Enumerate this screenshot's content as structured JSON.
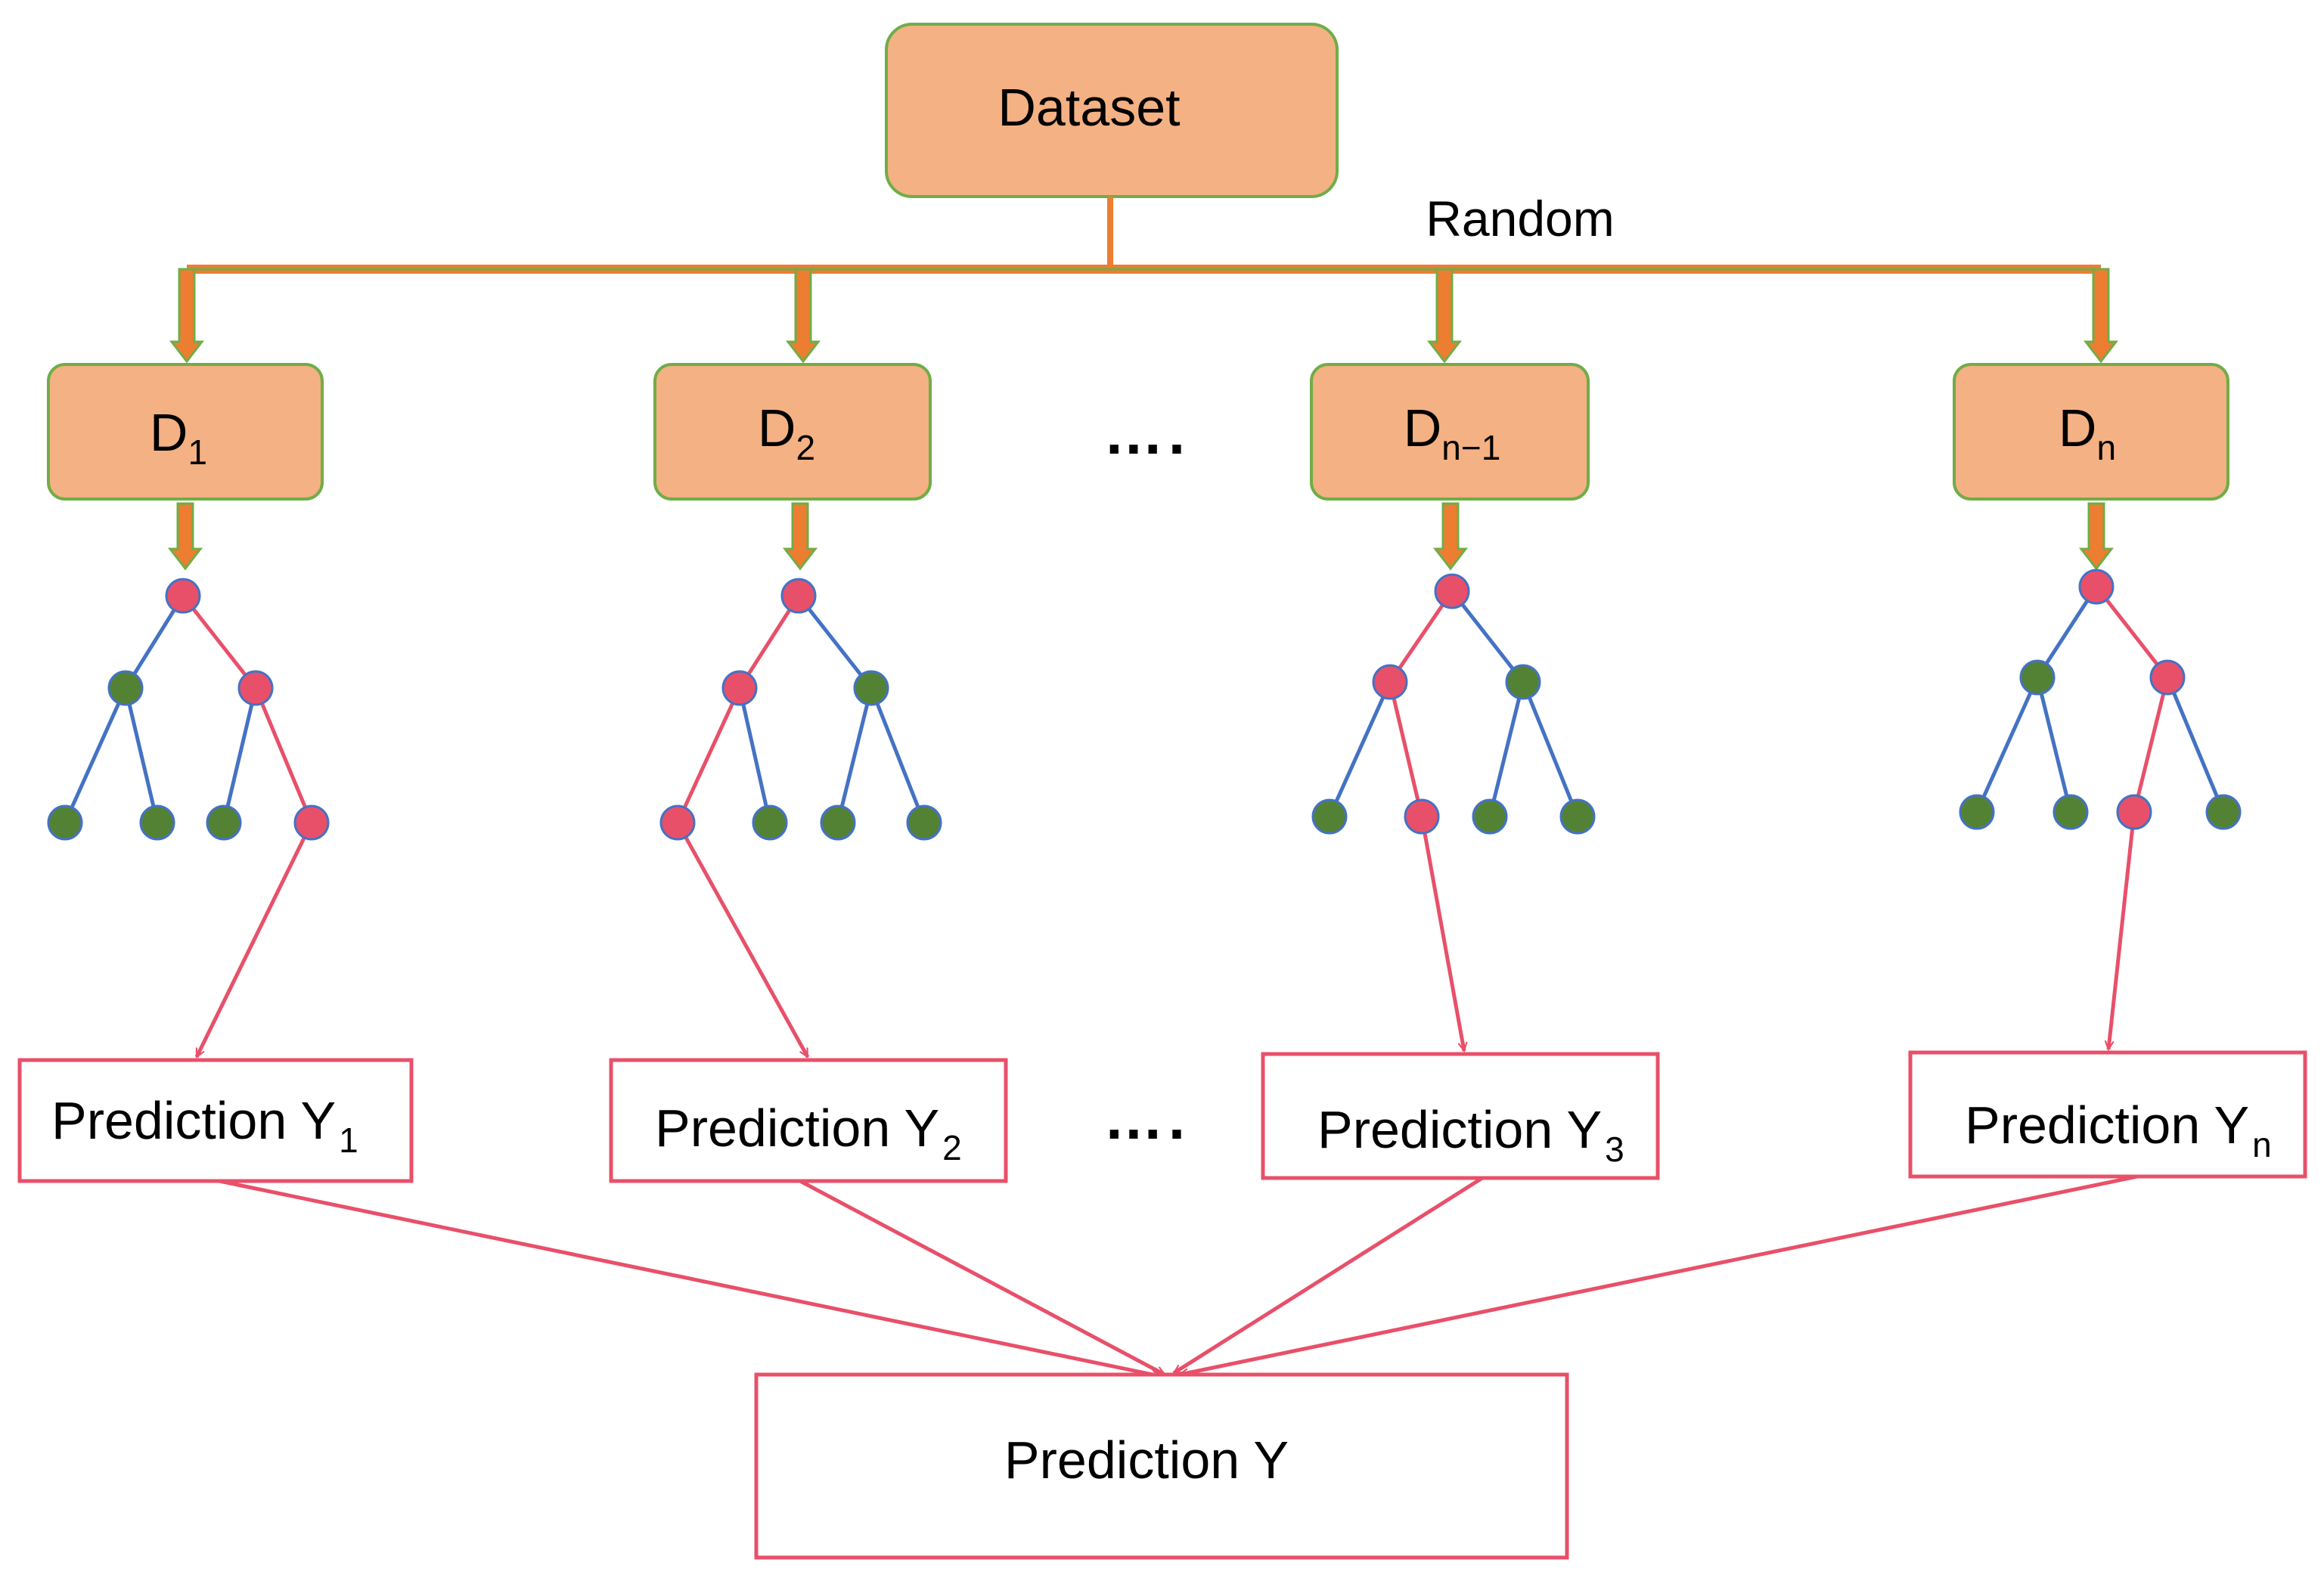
{
  "title": "",
  "colors": {
    "box_fill": "#f4b183",
    "box_border": "#70ad47",
    "branch_line": "#ed7d31",
    "red": "#e8506a",
    "green": "#548235",
    "blue_edge": "#4472c4"
  },
  "source": {
    "label": "Dataset"
  },
  "split_label": "Random",
  "subsets": [
    {
      "base": "D",
      "sub": "1"
    },
    {
      "base": "D",
      "sub": "2"
    },
    {
      "base": "D",
      "sub": "n−1"
    },
    {
      "base": "D",
      "sub": "n"
    }
  ],
  "ellipsis": "….",
  "predictions": [
    {
      "base": "Prediction Y",
      "sub": "1"
    },
    {
      "base": "Prediction Y",
      "sub": "2"
    },
    {
      "base": "Prediction Y",
      "sub": "3"
    },
    {
      "base": "Prediction Y",
      "sub": "n"
    }
  ],
  "final": {
    "label": "Prediction Y"
  }
}
